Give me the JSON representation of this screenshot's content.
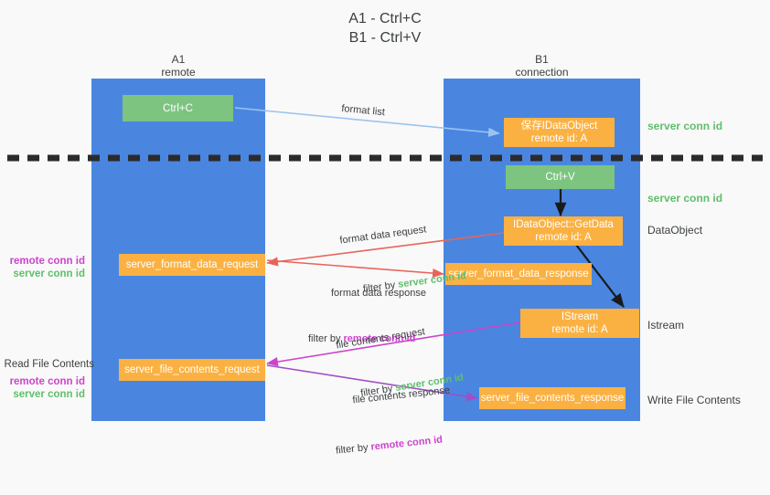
{
  "title": "A1 - Ctrl+C\nB1 - Ctrl+V",
  "lanes": [
    {
      "id": "a1",
      "title": "A1",
      "subtitle": "remote",
      "color": "#4a86e0"
    },
    {
      "id": "b1",
      "title": "B1",
      "subtitle": "connection",
      "color": "#4a86e0"
    }
  ],
  "colors": {
    "lane": "#4a86e0",
    "green_box": "#7cc47f",
    "orange_box": "#fbb142",
    "server_conn_id": "#5fbf6b",
    "remote_conn_id": "#cc44cc",
    "arrow_blue": "#9cc3ef",
    "arrow_red": "#e8645a",
    "arrow_magenta": "#cc44cc",
    "arrow_purple": "#a04fc8",
    "arrow_black": "#1a1a1a",
    "divider": "#2b2b2b",
    "text": "#3c4043",
    "background": "#f9f9f9"
  },
  "boxes": {
    "ctrl_c": "Ctrl+C",
    "ctrl_v": "Ctrl+V",
    "save_idataobject": "保存IDataObject\nremote id: A",
    "idataobject_getdata": "IDataObject::GetData\nremote id: A",
    "istream": "IStream\nremote id: A",
    "server_format_data_request": "server_format_data_request",
    "server_format_data_response": "server_format_data_response",
    "server_file_contents_request": "server_file_contents_request",
    "server_file_contents_response": "server_file_contents_response"
  },
  "side_labels": {
    "server_conn_id_top": "server conn id",
    "server_conn_id_mid": "server conn id",
    "dataobject": "DataObject",
    "istream": "Istream",
    "write_file_contents": "Write File Contents"
  },
  "left_labels": {
    "format_remote": "remote conn id",
    "format_server": "server conn id",
    "read_file_contents": "Read File Contents",
    "file_remote": "remote conn id",
    "file_server": "server conn id"
  },
  "annotations": {
    "format_list": "format list",
    "format_data_request": "format data request",
    "format_data_request_filter_prefix": "filter by ",
    "format_data_request_filter_value": "server conn id",
    "format_data_response": "format data response",
    "format_data_response_filter_prefix": "filter by ",
    "format_data_response_filter_value": "remote conn id",
    "file_contents_request": "file contents request",
    "file_contents_request_filter_prefix": "filter by ",
    "file_contents_request_filter_value": "server conn id",
    "file_contents_response": "file contents response",
    "file_contents_response_filter_prefix": "filter by ",
    "file_contents_response_filter_value": "remote conn id"
  }
}
